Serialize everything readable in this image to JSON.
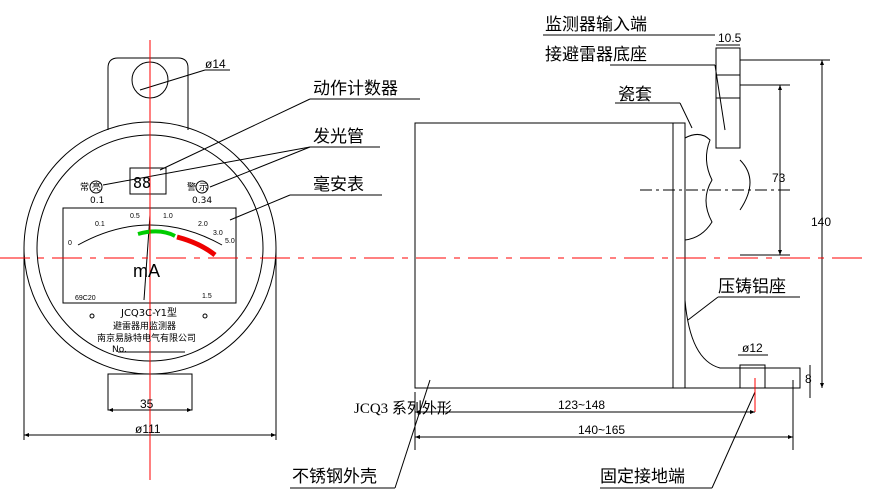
{
  "labels": {
    "counter": "动作计数器",
    "led": "发光管",
    "meter": "毫安表",
    "input_terminal": "监测器输入端",
    "arrester_base": "接避雷器底座",
    "porcelain": "瓷套",
    "aluminum_base": "压铸铝座",
    "stainless_shell": "不锈钢外壳",
    "ground_terminal": "固定接地端",
    "series_outline": "JCQ3 系列外形"
  },
  "front": {
    "hole_dia": "ø14",
    "width_dia": "ø111",
    "base_width": "35",
    "led_left_label": "常 亮",
    "led_left_value": "0.1",
    "led_right_label": "警 示",
    "led_right_value": "0.34",
    "counter_digits": "88",
    "unit": "mA",
    "model": "JCQ3C-Y1型",
    "product": "避雷器用监测器",
    "company": "南京易脉特电气有限公司",
    "serial_label": "No.",
    "cert_mark": "69C20",
    "class_mark": "1.5",
    "scale_ticks": [
      "0",
      "0.1",
      "0.5",
      "1.0",
      "2.0",
      "3.0",
      "5.0"
    ]
  },
  "side": {
    "dim_top": "10.5",
    "dim_73": "73",
    "dim_140": "140",
    "dim_bolt": "ø12",
    "dim_8": "8",
    "dim_len1": "123~148",
    "dim_len2": "140~165"
  },
  "colors": {
    "center_line": "#ff0000",
    "green_zone": "#00cc00",
    "red_zone": "#ee0000"
  }
}
